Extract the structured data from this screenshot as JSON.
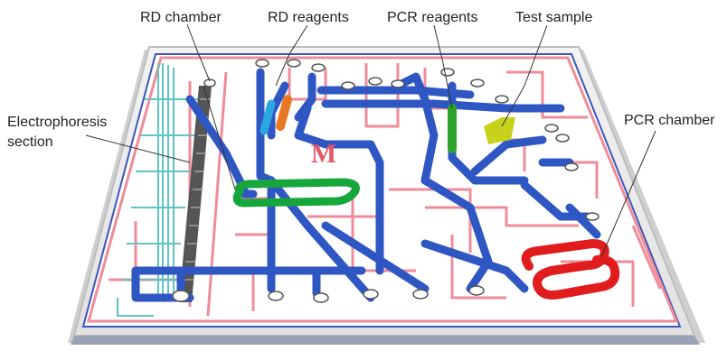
{
  "labels": {
    "rd_chamber": "RD chamber",
    "rd_reagents": "RD reagents",
    "pcr_reagents": "PCR reagents",
    "test_sample": "Test sample",
    "electrophoresis_line1": "Electrophoresis",
    "electrophoresis_line2": "section",
    "pcr_chamber": "PCR chamber"
  },
  "chip_logo": "M",
  "colors": {
    "channel_blue": "#2f57c3",
    "rd_chamber_green": "#17a63c",
    "pcr_chamber_red": "#e11c1c",
    "pcr_reagents_green": "#2da32d",
    "test_sample_yellow": "#c8d21b",
    "rd_reagents_orange": "#e87722",
    "heater_trace_pink": "#ef8c9a",
    "electrode_teal": "#5fc4c4",
    "chip_border": "#d9d9d9"
  }
}
